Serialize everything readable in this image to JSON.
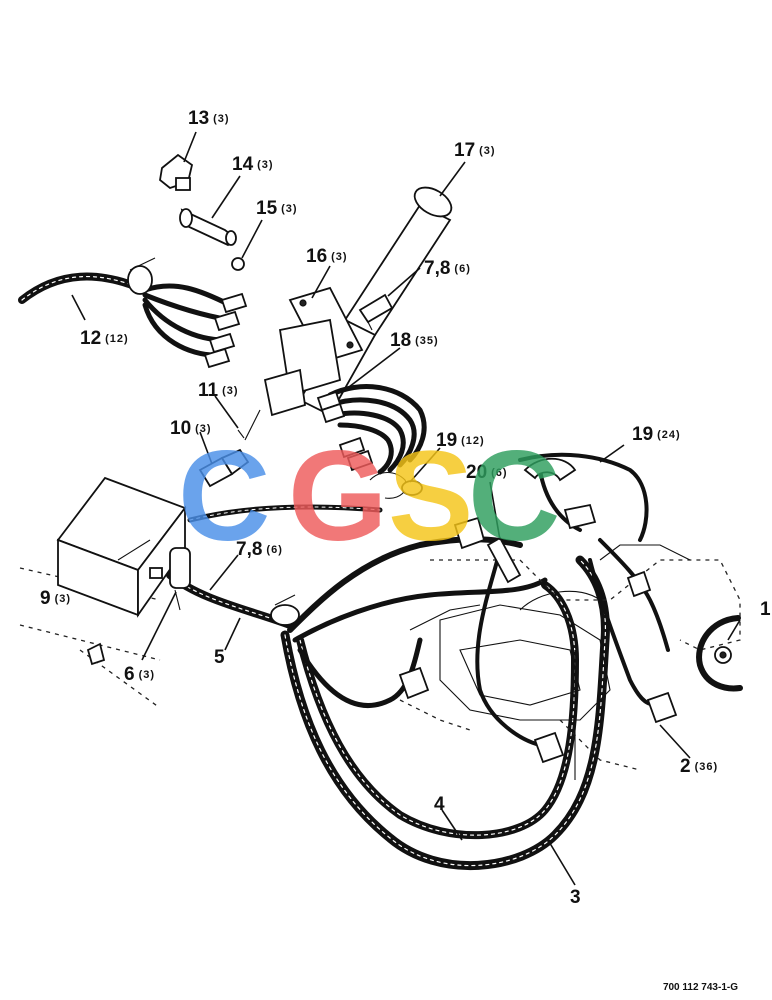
{
  "callouts": [
    {
      "id": "c1",
      "num": "1",
      "qty": ""
    },
    {
      "id": "c2",
      "num": "2",
      "qty": "(36)"
    },
    {
      "id": "c3",
      "num": "3",
      "qty": ""
    },
    {
      "id": "c4",
      "num": "4",
      "qty": ""
    },
    {
      "id": "c5",
      "num": "5",
      "qty": ""
    },
    {
      "id": "c6",
      "num": "6",
      "qty": "(3)"
    },
    {
      "id": "c78a",
      "num": "7,8",
      "qty": "(6)"
    },
    {
      "id": "c78b",
      "num": "7,8",
      "qty": "(6)"
    },
    {
      "id": "c9",
      "num": "9",
      "qty": "(3)"
    },
    {
      "id": "c10",
      "num": "10",
      "qty": "(3)"
    },
    {
      "id": "c11",
      "num": "11",
      "qty": "(3)"
    },
    {
      "id": "c12",
      "num": "12",
      "qty": "(12)"
    },
    {
      "id": "c13",
      "num": "13",
      "qty": "(3)"
    },
    {
      "id": "c14",
      "num": "14",
      "qty": "(3)"
    },
    {
      "id": "c15",
      "num": "15",
      "qty": "(3)"
    },
    {
      "id": "c16",
      "num": "16",
      "qty": "(3)"
    },
    {
      "id": "c17",
      "num": "17",
      "qty": "(3)"
    },
    {
      "id": "c18",
      "num": "18",
      "qty": "(35)"
    },
    {
      "id": "c19a",
      "num": "19",
      "qty": "(12)"
    },
    {
      "id": "c19b",
      "num": "19",
      "qty": "(24)"
    },
    {
      "id": "c20",
      "num": "20",
      "qty": "(6)"
    }
  ],
  "drawing_id": "700 112 743-1-G",
  "watermark": {
    "letters": [
      "C",
      "G",
      "S",
      "C"
    ],
    "colors": [
      "#4a8fe8",
      "#ef5b5b",
      "#f5c518",
      "#2e9e5e"
    ]
  }
}
